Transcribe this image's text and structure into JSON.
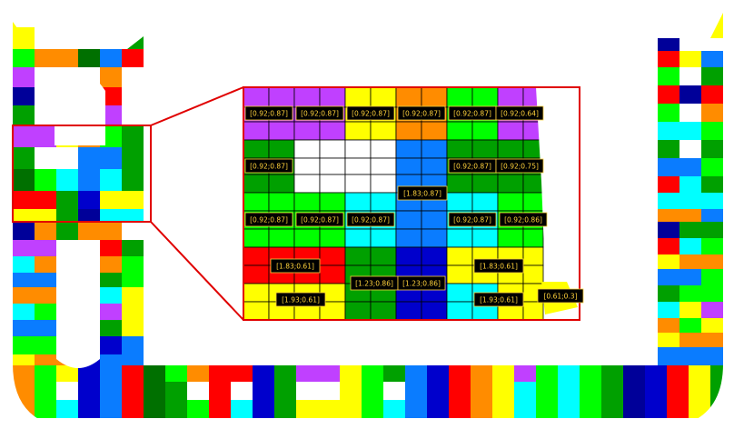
{
  "palette": {
    "red": "#ff0000",
    "orange": "#ff8c00",
    "yellow": "#ffff00",
    "lime": "#00ff00",
    "green": "#00a000",
    "darkgreen": "#007000",
    "cyan": "#00ffff",
    "azure": "#0a7cff",
    "blue": "#0000cc",
    "navy": "#000099",
    "purple": "#c040ff",
    "white": "#ffffff",
    "frame": "#e00000",
    "label_bg": "#000000",
    "label_text": "#ffd23c"
  },
  "zoom_labels": [
    "[0.92;0.87]",
    "[0.92;0.87]",
    "[0.92;0.87]",
    "[0.92;0.87]",
    "[0.92;0.87]",
    "[0.92;0.64]",
    "[0.92;0.87]",
    "[0.92;0.87]",
    "[0.92;0.75]",
    "[1.83;0.87]",
    "[0.92;0.87]",
    "[0.92;0.87]",
    "[0.92;0.87]",
    "[0.92;0.87]",
    "[0.92;0.86]",
    "[1.83;0.61]",
    "[1.83;0.61]",
    "[1.23;0.86]",
    "[1.23;0.86]",
    "[1.93;0.61]",
    "[1.93;0.61]",
    "[0.61;0.3]"
  ]
}
